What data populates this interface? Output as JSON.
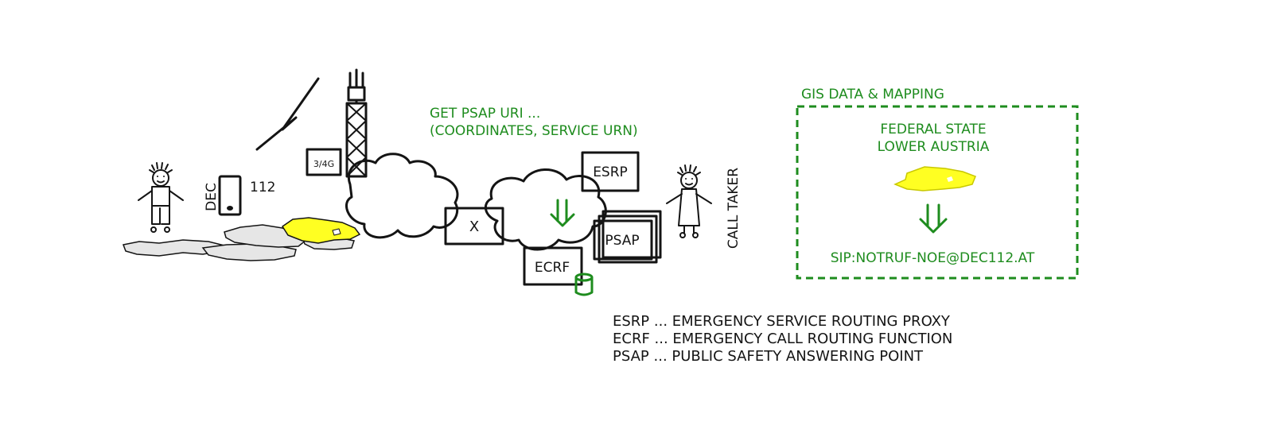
{
  "colors": {
    "ink": "#141414",
    "accent_green": "#1e8c1e",
    "highlight_yellow": "#ffff22",
    "map_gray": "#e6e6e6"
  },
  "caller": {
    "device_label": "DEC",
    "number": "112",
    "network_label": "3/4G"
  },
  "query": {
    "line1": "GET PSAP URI ...",
    "line2": "(COORDINATES, SERVICE URN)"
  },
  "nodes": {
    "x_box": "X",
    "esrp": "ESRP",
    "psap": "PSAP",
    "ecrf": "ECRF"
  },
  "call_taker_label": "CALL TAKER",
  "gis": {
    "title": "GIS DATA & MAPPING",
    "region_line1": "FEDERAL STATE",
    "region_line2": "LOWER AUSTRIA",
    "uri": "SIP:NOTRUF-NOE@DEC112.AT"
  },
  "legend": [
    "ESRP ... EMERGENCY SERVICE ROUTING PROXY",
    "ECRF ... EMERGENCY CALL ROUTING FUNCTION",
    "PSAP ... PUBLIC SAFETY ANSWERING POINT"
  ]
}
